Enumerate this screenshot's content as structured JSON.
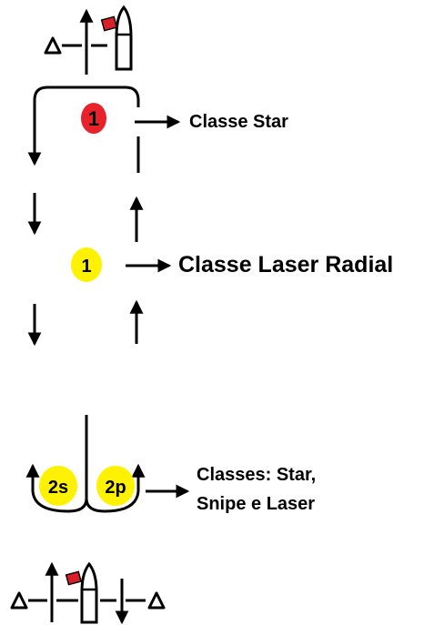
{
  "labels": {
    "star_class": "Classe Star",
    "laser_radial_class": "Classe Laser Radial",
    "classes_line1": "Classes: Star,",
    "classes_line2": "Snipe e Laser"
  },
  "marks": {
    "mark_1_star": "1",
    "mark_1_laser": "1",
    "mark_2s": "2s",
    "mark_2p": "2p"
  },
  "colors": {
    "mark_red": "#e8222a",
    "mark_yellow": "#fff200",
    "flag_red": "#d9202a",
    "line": "#000000"
  }
}
